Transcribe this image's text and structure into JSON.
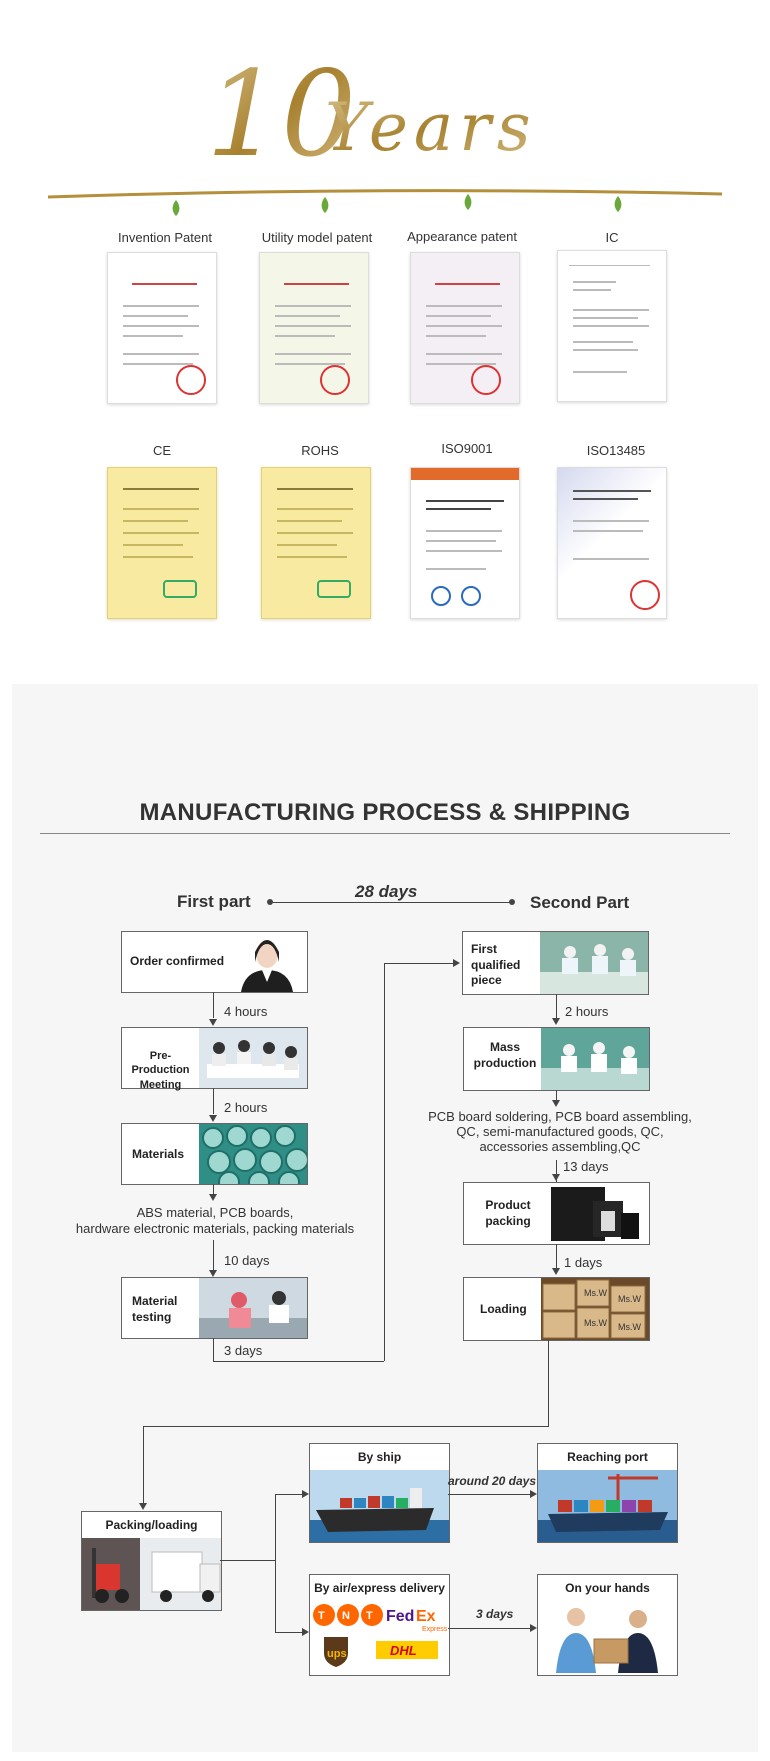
{
  "header": {
    "ten": "10",
    "years": "Years",
    "certificates_row1": [
      {
        "label": "Invention Patent",
        "style": "white"
      },
      {
        "label": "Utility model patent",
        "style": "white"
      },
      {
        "label": "Appearance patent",
        "style": "white"
      },
      {
        "label": "IC",
        "style": "white"
      }
    ],
    "certificates_row2": [
      {
        "label": "CE",
        "style": "yellow"
      },
      {
        "label": "ROHS",
        "style": "yellow"
      },
      {
        "label": "ISO9001",
        "style": "white"
      },
      {
        "label": "ISO13485",
        "style": "blue"
      }
    ]
  },
  "process": {
    "title": "MANUFACTURING PROCESS & SHIPPING",
    "first_part": "First part",
    "second_part": "Second Part",
    "total_days": "28 days",
    "left_steps": [
      {
        "label": "Order confirmed"
      },
      {
        "label": "Pre-Production Meeting"
      },
      {
        "label": "Materials"
      },
      {
        "label": "Material testing"
      }
    ],
    "left_durations": [
      "4 hours",
      "2 hours",
      "10 days",
      "3 days"
    ],
    "materials_note": "ABS material, PCB boards,\nhardware electronic materials, packing materials",
    "right_steps": [
      {
        "label": "First qualified piece"
      },
      {
        "label": "Mass production"
      },
      {
        "label": "Product packing"
      },
      {
        "label": "Loading"
      }
    ],
    "right_durations": [
      "2 hours",
      "13 days",
      "1 days"
    ],
    "production_note": "PCB board soldering, PCB board assembling,\nQC, semi-manufactured goods, QC,\naccessories assembling,QC",
    "box_text": "Ms.W"
  },
  "shipping": {
    "packing": "Packing/loading",
    "by_ship": "By ship",
    "ship_days": "around 20 days",
    "reaching_port": "Reaching port",
    "by_air": "By air/express delivery",
    "air_days": "3 days",
    "on_hands": "On your hands",
    "carriers": {
      "tnt": "TNT",
      "fedex_a": "Fed",
      "fedex_b": "Ex",
      "fedex_c": "Express",
      "ups": "ups",
      "dhl": "DHL"
    }
  },
  "colors": {
    "gold": "#b48f3c",
    "leaf": "#6aa83a",
    "section_bg": "#f6f6f6"
  }
}
